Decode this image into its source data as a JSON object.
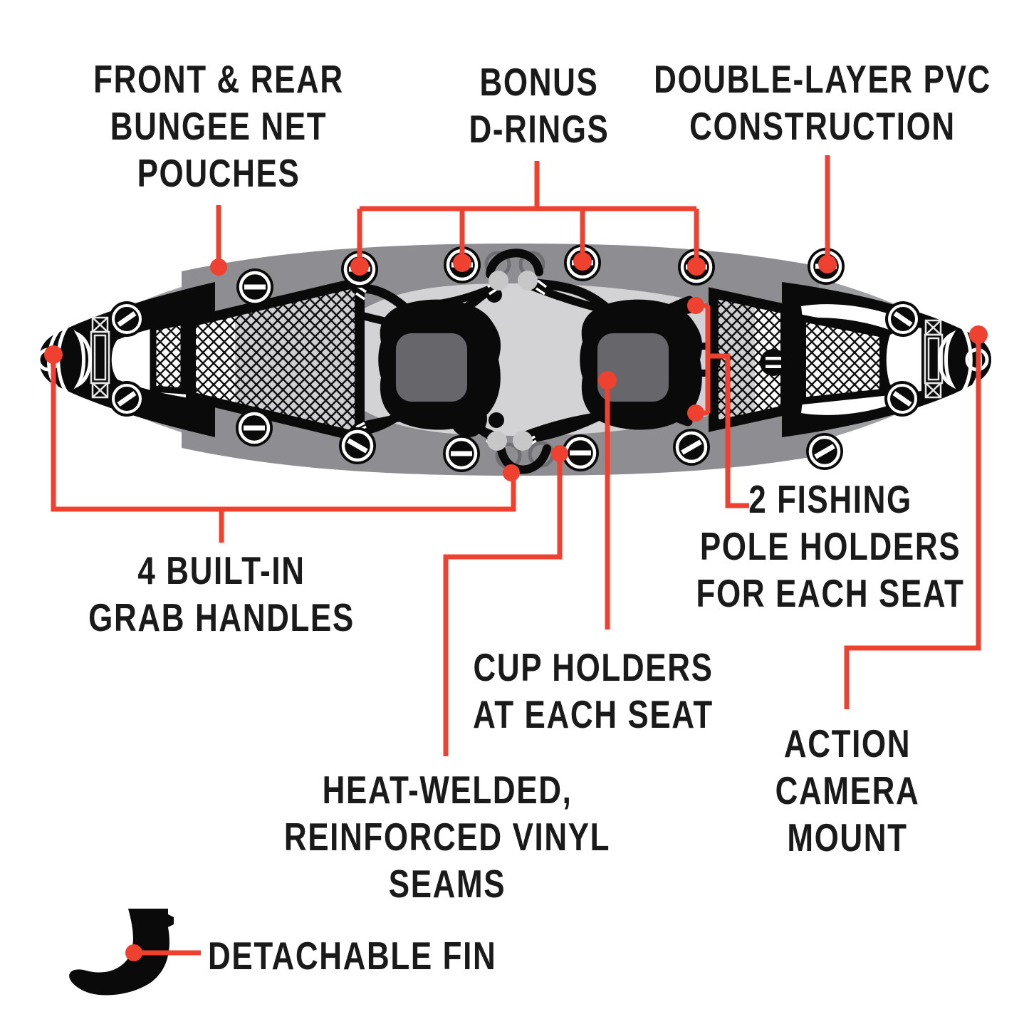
{
  "figure": {
    "subject": "Inflatable tandem fishing kayak — top view feature diagram",
    "fin_icon": "detachable-fin"
  },
  "colors": {
    "accent_red": "#ee4130",
    "ink": "#1a1a1a",
    "hull_black": "#0a0a0a",
    "tube_gray": "#8e8e92",
    "tube_gray_light": "#9fa0a3",
    "deck_gray": "#d3d3d5",
    "seat_pad_gray": "#67676b",
    "eyelet_gray": "#c7c7c9"
  },
  "callouts": {
    "bungee_pouches": {
      "label": "FRONT & REAR\nBUNGEE NET\nPOUCHES"
    },
    "bonus_drings": {
      "label": "BONUS\nD-RINGS"
    },
    "pvc_construction": {
      "label": "DOUBLE-LAYER PVC\nCONSTRUCTION"
    },
    "fishing_pole_holders": {
      "label": "2 FISHING\nPOLE HOLDERS\nFOR EACH SEAT"
    },
    "grab_handles": {
      "label": "4 BUILT-IN\nGRAB HANDLES"
    },
    "cup_holders": {
      "label": "CUP HOLDERS\nAT EACH SEAT"
    },
    "vinyl_seams": {
      "label": "HEAT-WELDED,\nREINFORCED VINYL SEAMS"
    },
    "action_camera": {
      "label": "ACTION\nCAMERA\nMOUNT"
    },
    "detachable_fin": {
      "label": "DETACHABLE FIN"
    }
  }
}
